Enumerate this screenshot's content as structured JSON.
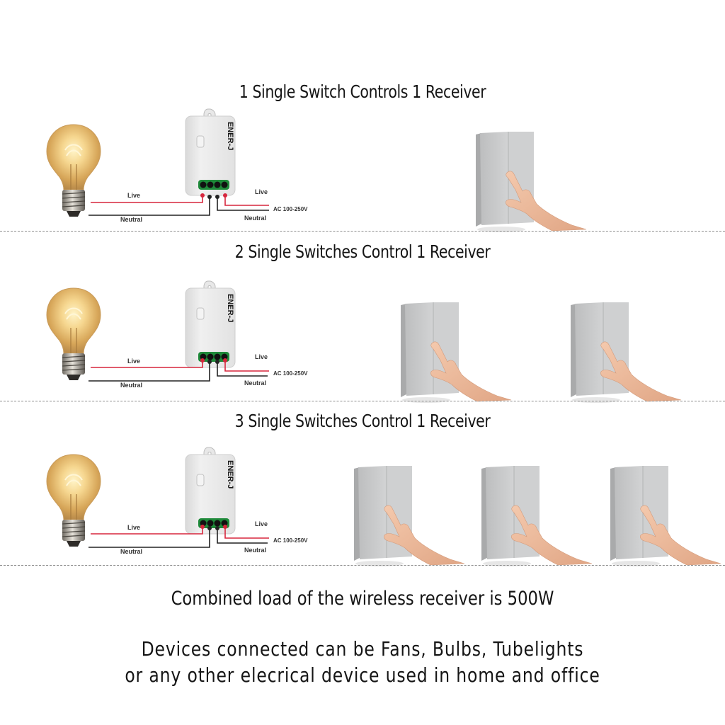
{
  "colors": {
    "live_wire": "#d7263d",
    "neutral_wire": "#222222",
    "terminal_green": "#1f8a3a",
    "switch_gray": "#c9cacb",
    "bulb_glow": "#f3c77a",
    "divider": "#8c8c8c"
  },
  "sections": [
    {
      "title": "1 Single Switch Controls 1 Receiver",
      "switch_count": 1,
      "labels": {
        "live_left": "Live",
        "neutral_left": "Neutral",
        "live_right": "Live",
        "ac": "AC 100-250V",
        "neutral_right": "Neutral"
      },
      "receiver_brand": "ENER-J"
    },
    {
      "title": "2 Single Switches Control 1 Receiver",
      "switch_count": 2,
      "labels": {
        "live_left": "Live",
        "neutral_left": "Neutral",
        "live_right": "Live",
        "ac": "AC 100-250V",
        "neutral_right": "Neutral"
      },
      "receiver_brand": "ENER-J"
    },
    {
      "title": "3 Single Switches Control 1 Receiver",
      "switch_count": 3,
      "labels": {
        "live_left": "Live",
        "neutral_left": "Neutral",
        "live_right": "Live",
        "ac": "AC 100-250V",
        "neutral_right": "Neutral"
      },
      "receiver_brand": "ENER-J"
    }
  ],
  "footer": {
    "load_note": "Combined load of the wireless receiver is 500W",
    "devices_line1": "Devices connected can be Fans, Bulbs, Tubelights",
    "devices_line2": "or any other elecrical device used in home and office"
  }
}
